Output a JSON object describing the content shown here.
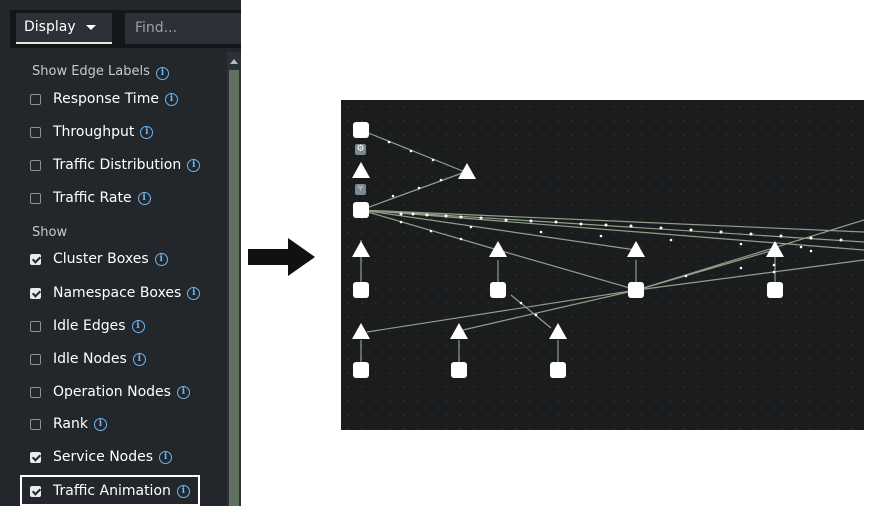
{
  "toolbar": {
    "display_label": "Display",
    "find_placeholder": "Find..."
  },
  "sections": {
    "edge_labels_title": "Show Edge Labels",
    "show_title": "Show"
  },
  "edge_labels": [
    {
      "label": "Response Time",
      "checked": false
    },
    {
      "label": "Throughput",
      "checked": false
    },
    {
      "label": "Traffic Distribution",
      "checked": false
    },
    {
      "label": "Traffic Rate",
      "checked": false
    }
  ],
  "show_options": [
    {
      "label": "Cluster Boxes",
      "checked": true
    },
    {
      "label": "Namespace Boxes",
      "checked": true
    },
    {
      "label": "Idle Edges",
      "checked": false
    },
    {
      "label": "Idle Nodes",
      "checked": false
    },
    {
      "label": "Operation Nodes",
      "checked": false
    },
    {
      "label": "Rank",
      "checked": false
    },
    {
      "label": "Service Nodes",
      "checked": true
    },
    {
      "label": "Traffic Animation",
      "checked": true
    }
  ],
  "icons": {
    "info": "info-icon",
    "caret": "caret-down-icon",
    "arrow": "arrow-right-icon"
  },
  "colors": {
    "panel_bg": "#23272b",
    "info_blue": "#6fb6ef",
    "graph_bg": "#1b1c1e",
    "edge": "#8fa08a"
  }
}
